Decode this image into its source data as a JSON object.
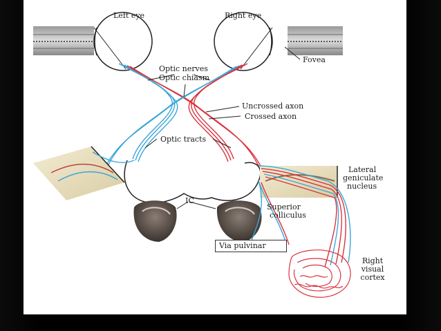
{
  "labels": {
    "left_eye": "Left eye",
    "right_eye": "Right eye",
    "fovea": "Fovea",
    "optic_nerves": "Optic nerves",
    "optic_chiasm": "Optic chiasm",
    "uncrossed_axon": "Uncrossed axon",
    "crossed_axon": "Crossed axon",
    "optic_tracts": "Optic tracts",
    "lateral_geniculate_nucleus": [
      "Lateral",
      "geniculate",
      "nucleus"
    ],
    "ic": "IC",
    "superior_colliculus": [
      "Superior",
      "colliculus"
    ],
    "via_pulvinar": "Via pulvinar",
    "right_visual_cortex": [
      "Right",
      "visual",
      "cortex"
    ]
  },
  "colors": {
    "background": "#000000",
    "panel": "#ffffff",
    "crossed_axon": "#d9343f",
    "uncrossed_axon": "#3aa6d8",
    "outline": "#222222",
    "tissue_light": "#efe6c8",
    "tissue_dark": "#4a3f3a"
  }
}
